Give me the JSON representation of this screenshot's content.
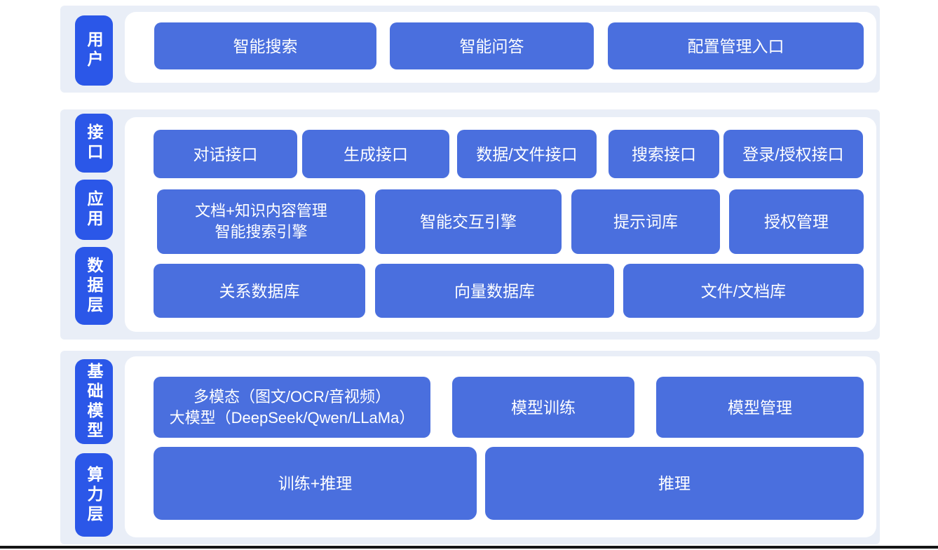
{
  "colors": {
    "layer_chip_blue": "#2b57e8",
    "box_blue": "#4a6fde",
    "band_background": "#e9eef7",
    "card_background": "#ffffff",
    "text_on_blue": "#ffffff",
    "bottom_border": "#161616"
  },
  "sections": [
    {
      "name": "user-layer",
      "side_labels": [
        "用户"
      ],
      "rows": [
        [
          "智能搜索",
          "智能问答",
          "配置管理入口"
        ]
      ]
    },
    {
      "name": "platform-layer",
      "side_labels": [
        "接口",
        "应用",
        "数据层"
      ],
      "rows": [
        [
          "对话接口",
          "生成接口",
          "数据/文件接口",
          "搜索接口",
          "登录/授权接口"
        ],
        [
          [
            "文档+知识内容管理",
            "智能搜索引擎"
          ],
          "智能交互引擎",
          "提示词库",
          "授权管理"
        ],
        [
          "关系数据库",
          "向量数据库",
          "文件/文档库"
        ]
      ]
    },
    {
      "name": "infrastructure-layer",
      "side_labels": [
        "基础模型",
        "算力层"
      ],
      "rows": [
        [
          [
            "多模态（图文/OCR/音视频）",
            "大模型（DeepSeek/Qwen/LLaMa）"
          ],
          "模型训练",
          "模型管理"
        ],
        [
          "训练+推理",
          "推理"
        ]
      ]
    }
  ]
}
